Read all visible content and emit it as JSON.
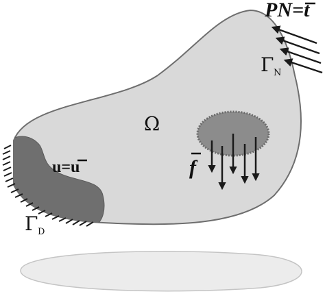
{
  "diagram": {
    "labels": {
      "traction_condition": "PN=t",
      "neumann_boundary": "Γ",
      "neumann_subscript": "N",
      "domain": "Ω",
      "body_force": "f",
      "displacement_condition": "u=u",
      "dirichlet_boundary": "Γ",
      "dirichlet_subscript": "D"
    },
    "colors": {
      "body_fill": "#d9d9d9",
      "body_stroke": "#6e6e6e",
      "dirichlet_region": "#6f6f6f",
      "load_patch": "#8c8c8c",
      "shadow": "#ececec",
      "arrows": "#1a1a1a"
    }
  }
}
